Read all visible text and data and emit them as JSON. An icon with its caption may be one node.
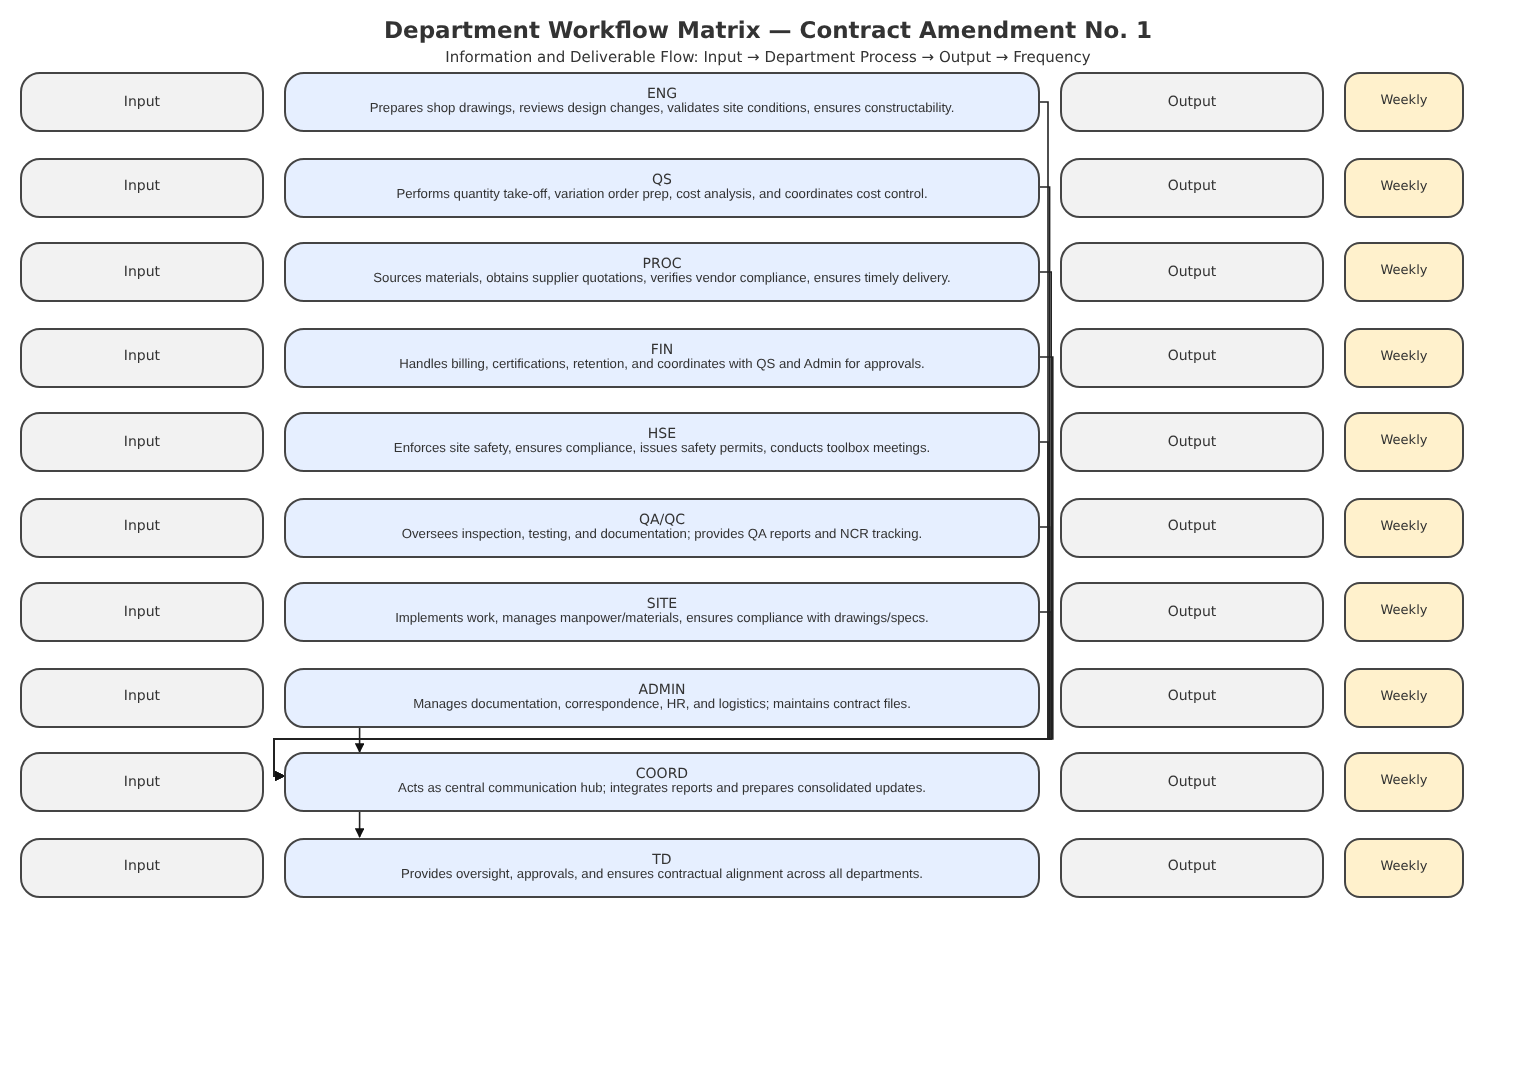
{
  "diagram": {
    "title": "Department Workflow Matrix — Contract Amendment No. 1",
    "nodes": [
      {
        "text": [
          "Input"
        ]
      },
      {
        "text": [
          "ENG",
          "Prepares shop drawings, reviews design changes, validates site conditions, ensures constructability."
        ]
      },
      {
        "text": [
          "Output"
        ]
      },
      {
        "text": [
          "Weekly"
        ]
      },
      {
        "text": [
          "Input"
        ]
      },
      {
        "text": [
          "QS",
          "Performs quantity take-off, variation order prep, cost analysis, and coordinates cost control."
        ]
      },
      {
        "text": [
          "Output"
        ]
      },
      {
        "text": [
          "Weekly"
        ]
      },
      {
        "text": [
          "Input"
        ]
      },
      {
        "text": [
          "PROC",
          "Sources materials, obtains supplier quotations, verifies vendor compliance, ensures timely delivery."
        ]
      },
      {
        "text": [
          "Output"
        ]
      },
      {
        "text": [
          "Weekly"
        ]
      },
      {
        "text": [
          "Input"
        ]
      },
      {
        "text": [
          "FIN",
          "Handles billing, certifications, retention, and coordinates with QS and Admin for approvals."
        ]
      },
      {
        "text": [
          "Output"
        ]
      },
      {
        "text": [
          "Weekly"
        ]
      },
      {
        "text": [
          "Input"
        ]
      },
      {
        "text": [
          "HSE",
          "Enforces site safety, ensures compliance, issues safety permits, conducts toolbox meetings."
        ]
      },
      {
        "text": [
          "Output"
        ]
      },
      {
        "text": [
          "Weekly"
        ]
      },
      {
        "text": [
          "Input"
        ]
      },
      {
        "text": [
          "QA/QC",
          "Oversees inspection, testing, and documentation; provides QA reports and NCR tracking."
        ]
      },
      {
        "text": [
          "Output"
        ]
      },
      {
        "text": [
          "Weekly"
        ]
      },
      {
        "text": [
          "Input"
        ]
      },
      {
        "text": [
          "SITE",
          "Implements work, manages manpower/materials, ensures compliance with drawings/specs."
        ]
      },
      {
        "text": [
          "Output"
        ]
      },
      {
        "text": [
          "Weekly"
        ]
      },
      {
        "text": [
          "Input"
        ]
      },
      {
        "text": [
          "ADMIN",
          "Manages documentation, correspondence, HR, and logistics; maintains contract files."
        ]
      },
      {
        "text": [
          "Output"
        ]
      },
      {
        "text": [
          "Weekly"
        ]
      },
      {
        "text": [
          "Input"
        ]
      },
      {
        "text": [
          "COORD",
          "Acts as central communication hub; integrates reports and prepares consolidated updates."
        ]
      },
      {
        "text": [
          "Output"
        ]
      },
      {
        "text": [
          "Weekly"
        ]
      },
      {
        "text": [
          "Input"
        ]
      },
      {
        "text": [
          "TD",
          "Provides oversight, approvals, and ensures contractual alignment across all departments."
        ]
      },
      {
        "text": [
          "Output"
        ]
      },
      {
        "text": [
          "Weekly"
        ]
      }
    ],
    "edges": [
      {
        "from": 1,
        "to": 33,
        "arrow": "to"
      },
      {
        "from": 5,
        "to": 33,
        "arrow": "to"
      },
      {
        "from": 9,
        "to": 33,
        "arrow": "to"
      },
      {
        "from": 13,
        "to": 33,
        "arrow": "to"
      },
      {
        "from": 17,
        "to": 33,
        "arrow": "to"
      },
      {
        "from": 21,
        "to": 33,
        "arrow": "to"
      },
      {
        "from": 25,
        "to": 33,
        "arrow": "to"
      },
      {
        "from": 29,
        "to": 33,
        "arrow": "to"
      },
      {
        "from": 33,
        "to": 37,
        "arrow": "to"
      }
    ],
    "labels": [
      "Information and Deliverable Flow: Input → Department Process → Output → Frequency"
    ]
  }
}
